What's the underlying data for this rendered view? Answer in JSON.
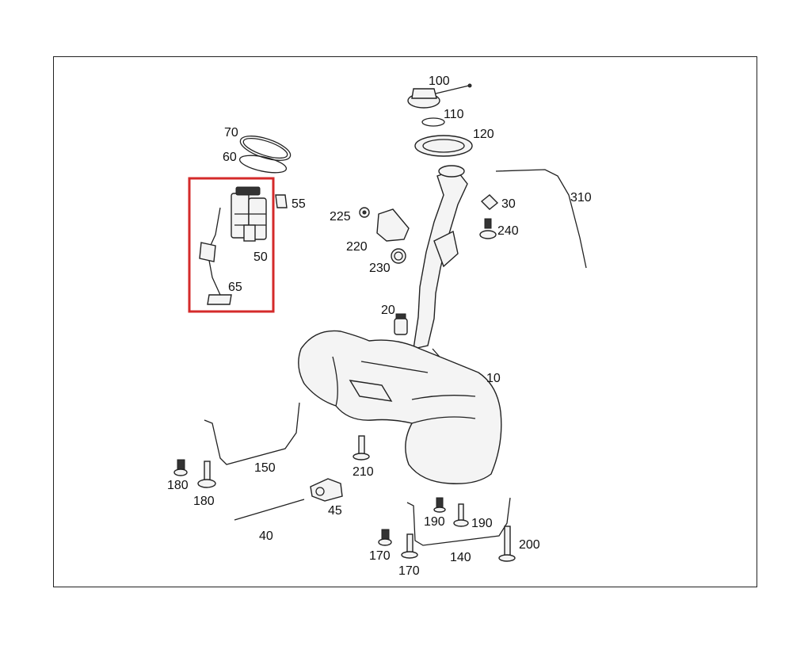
{
  "diagram": {
    "highlight_color": "#d42a2a",
    "labels": {
      "p100": "100",
      "p110": "110",
      "p120": "120",
      "p70": "70",
      "p60": "60",
      "p55": "55",
      "p50": "50",
      "p65": "65",
      "p225": "225",
      "p220": "220",
      "p230": "230",
      "p30": "30",
      "p240": "240",
      "p310": "310",
      "p20": "20",
      "p10": "10",
      "p150": "150",
      "p210": "210",
      "p180a": "180",
      "p180b": "180",
      "p45": "45",
      "p40": "40",
      "p190a": "190",
      "p190b": "190",
      "p200": "200",
      "p170a": "170",
      "p170b": "170",
      "p140": "140"
    }
  }
}
